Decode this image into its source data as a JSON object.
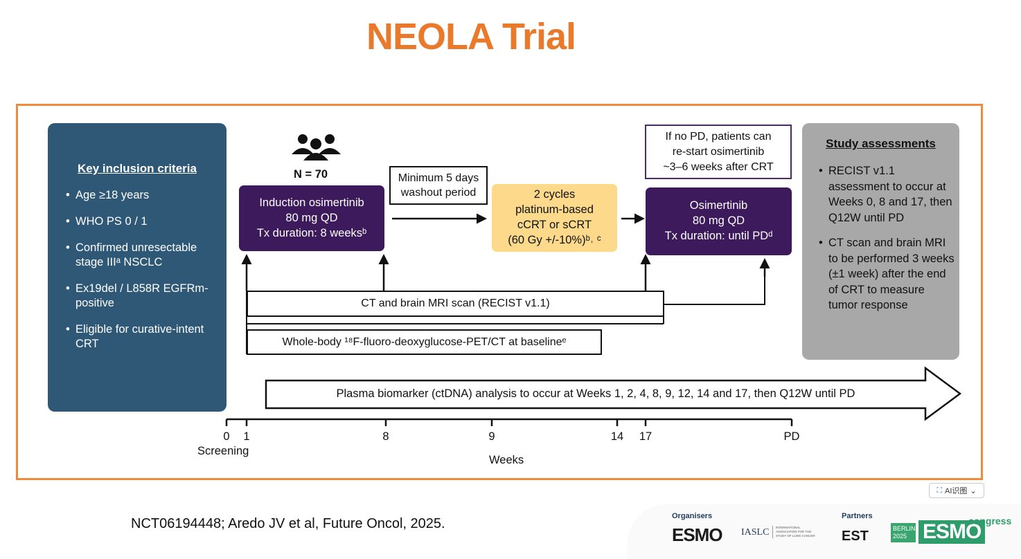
{
  "title": "NEOLA Trial",
  "criteria": {
    "heading": "Key inclusion criteria",
    "items": [
      "Age ≥18 years",
      "WHO PS 0 / 1",
      "Confirmed unresectable stage IIIᵃ NSCLC",
      "Ex19del / L858R EGFRm-positive",
      "Eligible for curative-intent CRT"
    ]
  },
  "n_label": "N = 70",
  "induction": {
    "line1": "Induction osimertinib",
    "line2": "80 mg QD",
    "line3": "Tx duration: 8 weeksᵇ"
  },
  "washout": {
    "line1": "Minimum 5 days",
    "line2": "washout period"
  },
  "crt": {
    "line1": "2 cycles",
    "line2": "platinum-based",
    "line3": "cCRT or sCRT",
    "line4": "(60 Gy +/-10%)ᵇ˒ ᶜ"
  },
  "restart_note": {
    "line1": "If no PD, patients can",
    "line2": "re-start osimertinib",
    "line3": "~3–6 weeks after CRT"
  },
  "osimertinib": {
    "line1": "Osimertinib",
    "line2": "80 mg QD",
    "line3": "Tx duration: until PDᵈ"
  },
  "assessments": {
    "heading": "Study assessments",
    "items": [
      "RECIST v1.1 assessment to occur at Weeks 0, 8 and 17, then Q12W until PD",
      "CT scan and brain MRI to be performed 3 weeks (±1 week) after the end of CRT to measure tumor response"
    ]
  },
  "ct_mri_label": "CT and brain MRI scan (RECIST v1.1)",
  "pet_label": "Whole-body ¹⁸F-fluoro-deoxyglucose-PET/CT at baselineᵉ",
  "plasma_label": "Plasma biomarker (ctDNA) analysis to occur at Weeks 1, 2, 4, 8, 9, 12, 14 and 17, then Q12W until PD",
  "timeline": {
    "ticks": [
      "0",
      "1",
      "8",
      "9",
      "14",
      "17",
      "PD"
    ],
    "screening_label": "Screening",
    "axis_label": "Weeks"
  },
  "footer": {
    "citation": "NCT06194448;  Aredo JV et al, Future Oncol, 2025.",
    "organisers_label": "Organisers",
    "partners_label": "Partners",
    "esmo_logo": "ESMO",
    "iaslc_logo": "IASLC",
    "iaslc_text": "INTERNATIONAL ASSOCIATION FOR THE STUDY OF LUNG CANCER",
    "est_logo": "EST",
    "berlin_badge": "BERLIN 2025",
    "congress_logo": "ESMO",
    "congress_word": "congress"
  },
  "ai_button": {
    "label": "AI识图"
  },
  "colors": {
    "accent": "#ea7a2b",
    "criteria_bg": "#2f5876",
    "purple": "#3d1a5b",
    "yellow": "#fcd98b",
    "assess_bg": "#a8a8a8"
  },
  "icons": [
    "people-group-icon",
    "ai-scan-icon",
    "chevron-down-icon"
  ]
}
